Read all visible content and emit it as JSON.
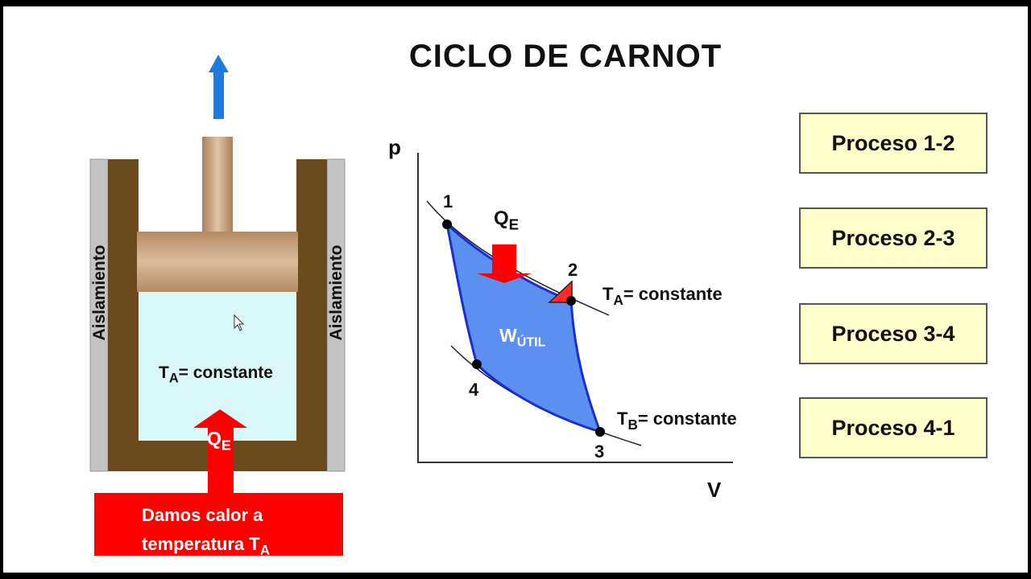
{
  "title": "CICLO DE CARNOT",
  "cylinder": {
    "insulation_left": "Aislamiento",
    "insulation_right": "Aislamiento",
    "gas_label_main": "T",
    "gas_label_sub": "A",
    "gas_label_rest": "= constante",
    "heat_label_main": "Q",
    "heat_label_sub": "E"
  },
  "heat_box": {
    "line1": "Damos calor a",
    "line2_main": "temperatura  T",
    "line2_sub": "A"
  },
  "diagram": {
    "y_axis": "p",
    "x_axis": "V",
    "point1": "1",
    "point2": "2",
    "point3": "3",
    "point4": "4",
    "q_main": "Q",
    "q_sub": "E",
    "w_main": "W",
    "w_sub": "ÚTIL",
    "ta_main": "T",
    "ta_sub": "A",
    "ta_rest": "= constante",
    "tb_main": "T",
    "tb_sub": "B",
    "tb_rest": "= constante"
  },
  "processes": [
    "Proceso 1-2",
    "Proceso 2-3",
    "Proceso 3-4",
    "Proceso 4-1"
  ],
  "colors": {
    "cycle_fill": "#5b8ff0",
    "cycle_stroke": "#1a2fd0",
    "heat_red": "#ff0000",
    "gas_fill": "#d9f7f7",
    "cylinder_brown": "#6b4a1e",
    "piston": "#c9a27e",
    "insulation": "#c0c0c0",
    "button_fill": "#ffffcc",
    "arrow_blue": "#1f7ae0"
  }
}
